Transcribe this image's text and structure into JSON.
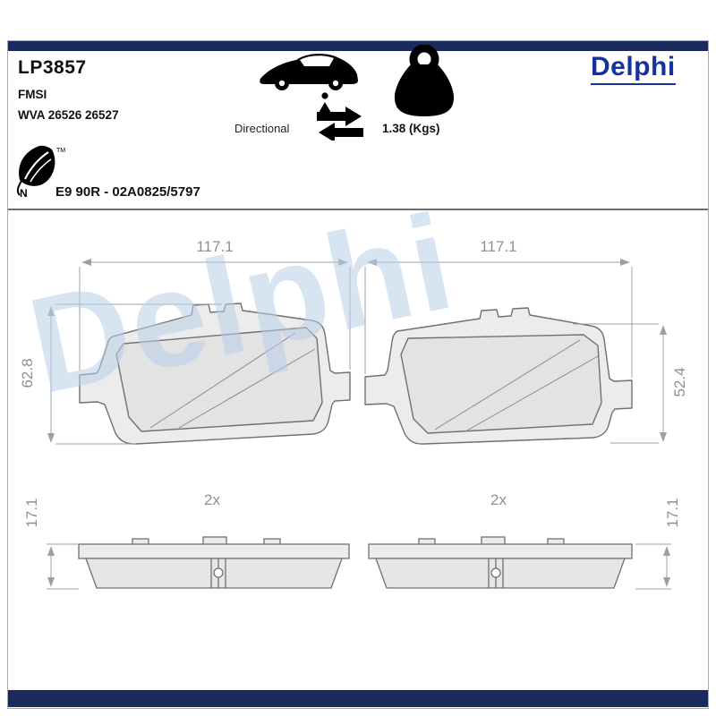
{
  "colors": {
    "navy_bar": "#1b2a5e",
    "logo_blue": "#16339c",
    "dimension_gray": "#8b9196",
    "watermark_blue": "#b8cfe9"
  },
  "header": {
    "part_number": "LP3857",
    "fmsi_label": "FMSI",
    "wva_numbers": "WVA 26526 26527",
    "directional_label": "Directional",
    "weight_value": "1.38 (Kgs)",
    "brand_logo": "Delphi"
  },
  "certification": {
    "approval_code": "E9 90R - 02A0825/5797",
    "leaf_trademark": "TM",
    "leaf_letter": "N"
  },
  "drawing": {
    "watermark": "Delphi",
    "front_views": [
      {
        "width_dim": "117.1",
        "height_dim": "62.8"
      },
      {
        "width_dim": "117.1",
        "height_dim": "52.4"
      }
    ],
    "profile_views": [
      {
        "qty": "2x",
        "thickness_dim": "17.1"
      },
      {
        "qty": "2x",
        "thickness_dim": "17.1"
      }
    ]
  }
}
